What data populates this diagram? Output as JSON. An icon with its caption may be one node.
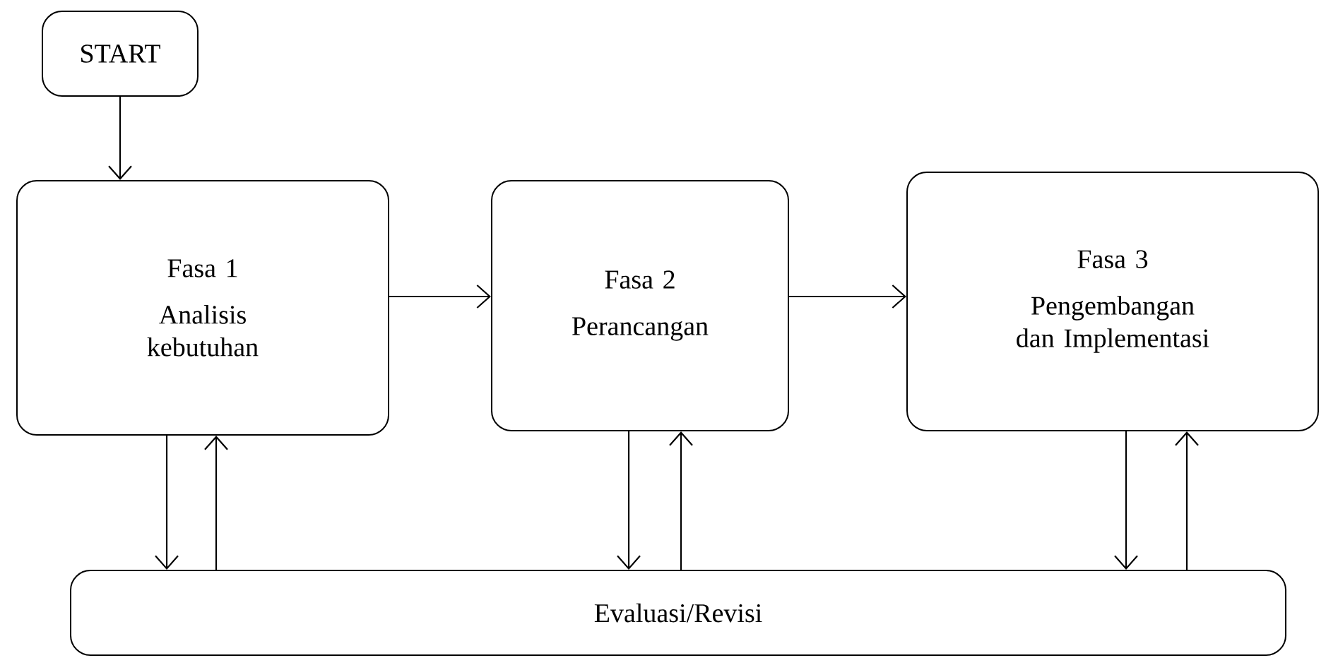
{
  "diagram": {
    "nodes": [
      {
        "text": [
          "START"
        ]
      },
      {
        "text": [
          "Fasa 1",
          "Analisis kebutuhan"
        ]
      },
      {
        "text": [
          "Fasa 2",
          "Perancangan"
        ]
      },
      {
        "text": [
          "Fasa 3",
          "Pengembangan dan Implementasi"
        ]
      },
      {
        "text": [
          "Evaluasi/Revisi"
        ]
      }
    ],
    "edges": [
      {
        "from": 0,
        "to": 1,
        "arrow": "to"
      },
      {
        "from": 1,
        "to": 2,
        "arrow": "to"
      },
      {
        "from": 2,
        "to": 3,
        "arrow": "to"
      },
      {
        "from": 1,
        "to": 4,
        "arrow": "to"
      },
      {
        "from": 4,
        "to": 1,
        "arrow": "to"
      },
      {
        "from": 2,
        "to": 4,
        "arrow": "to"
      },
      {
        "from": 4,
        "to": 2,
        "arrow": "to"
      },
      {
        "from": 3,
        "to": 4,
        "arrow": "to"
      },
      {
        "from": 4,
        "to": 3,
        "arrow": "to"
      }
    ]
  }
}
